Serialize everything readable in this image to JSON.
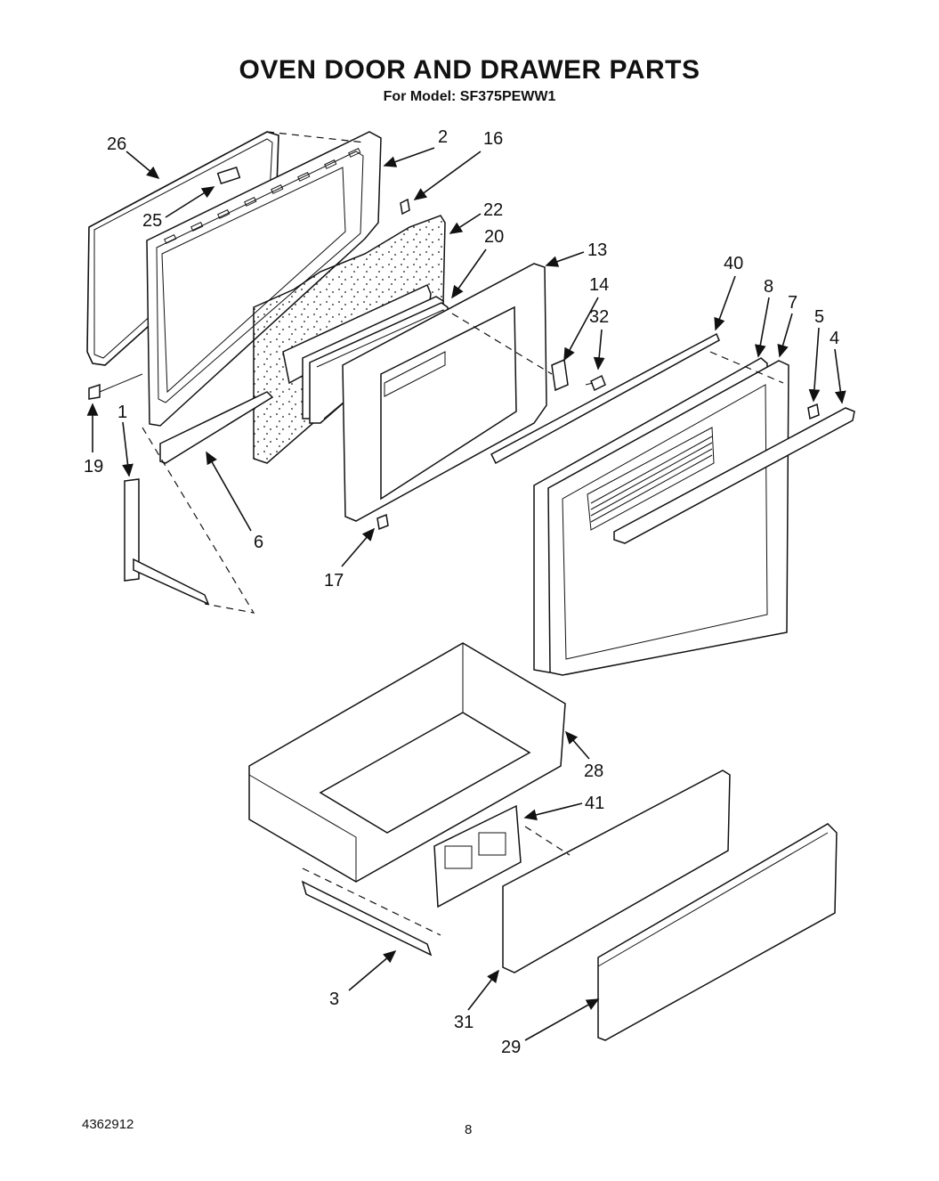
{
  "title": "OVEN DOOR AND DRAWER PARTS",
  "subtitle": "For Model: SF375PEWW1",
  "footer": {
    "doc_number": "4362912",
    "page_number": "8"
  },
  "callouts": {
    "p26": "26",
    "p2": "2",
    "p16": "16",
    "p25": "25",
    "p22": "22",
    "p20": "20",
    "p13": "13",
    "p40": "40",
    "p14": "14",
    "p8": "8",
    "p7": "7",
    "p5": "5",
    "p4": "4",
    "p32": "32",
    "p19": "19",
    "p1": "1",
    "p6": "6",
    "p17": "17",
    "p28": "28",
    "p41": "41",
    "p3": "3",
    "p31": "31",
    "p29": "29"
  }
}
